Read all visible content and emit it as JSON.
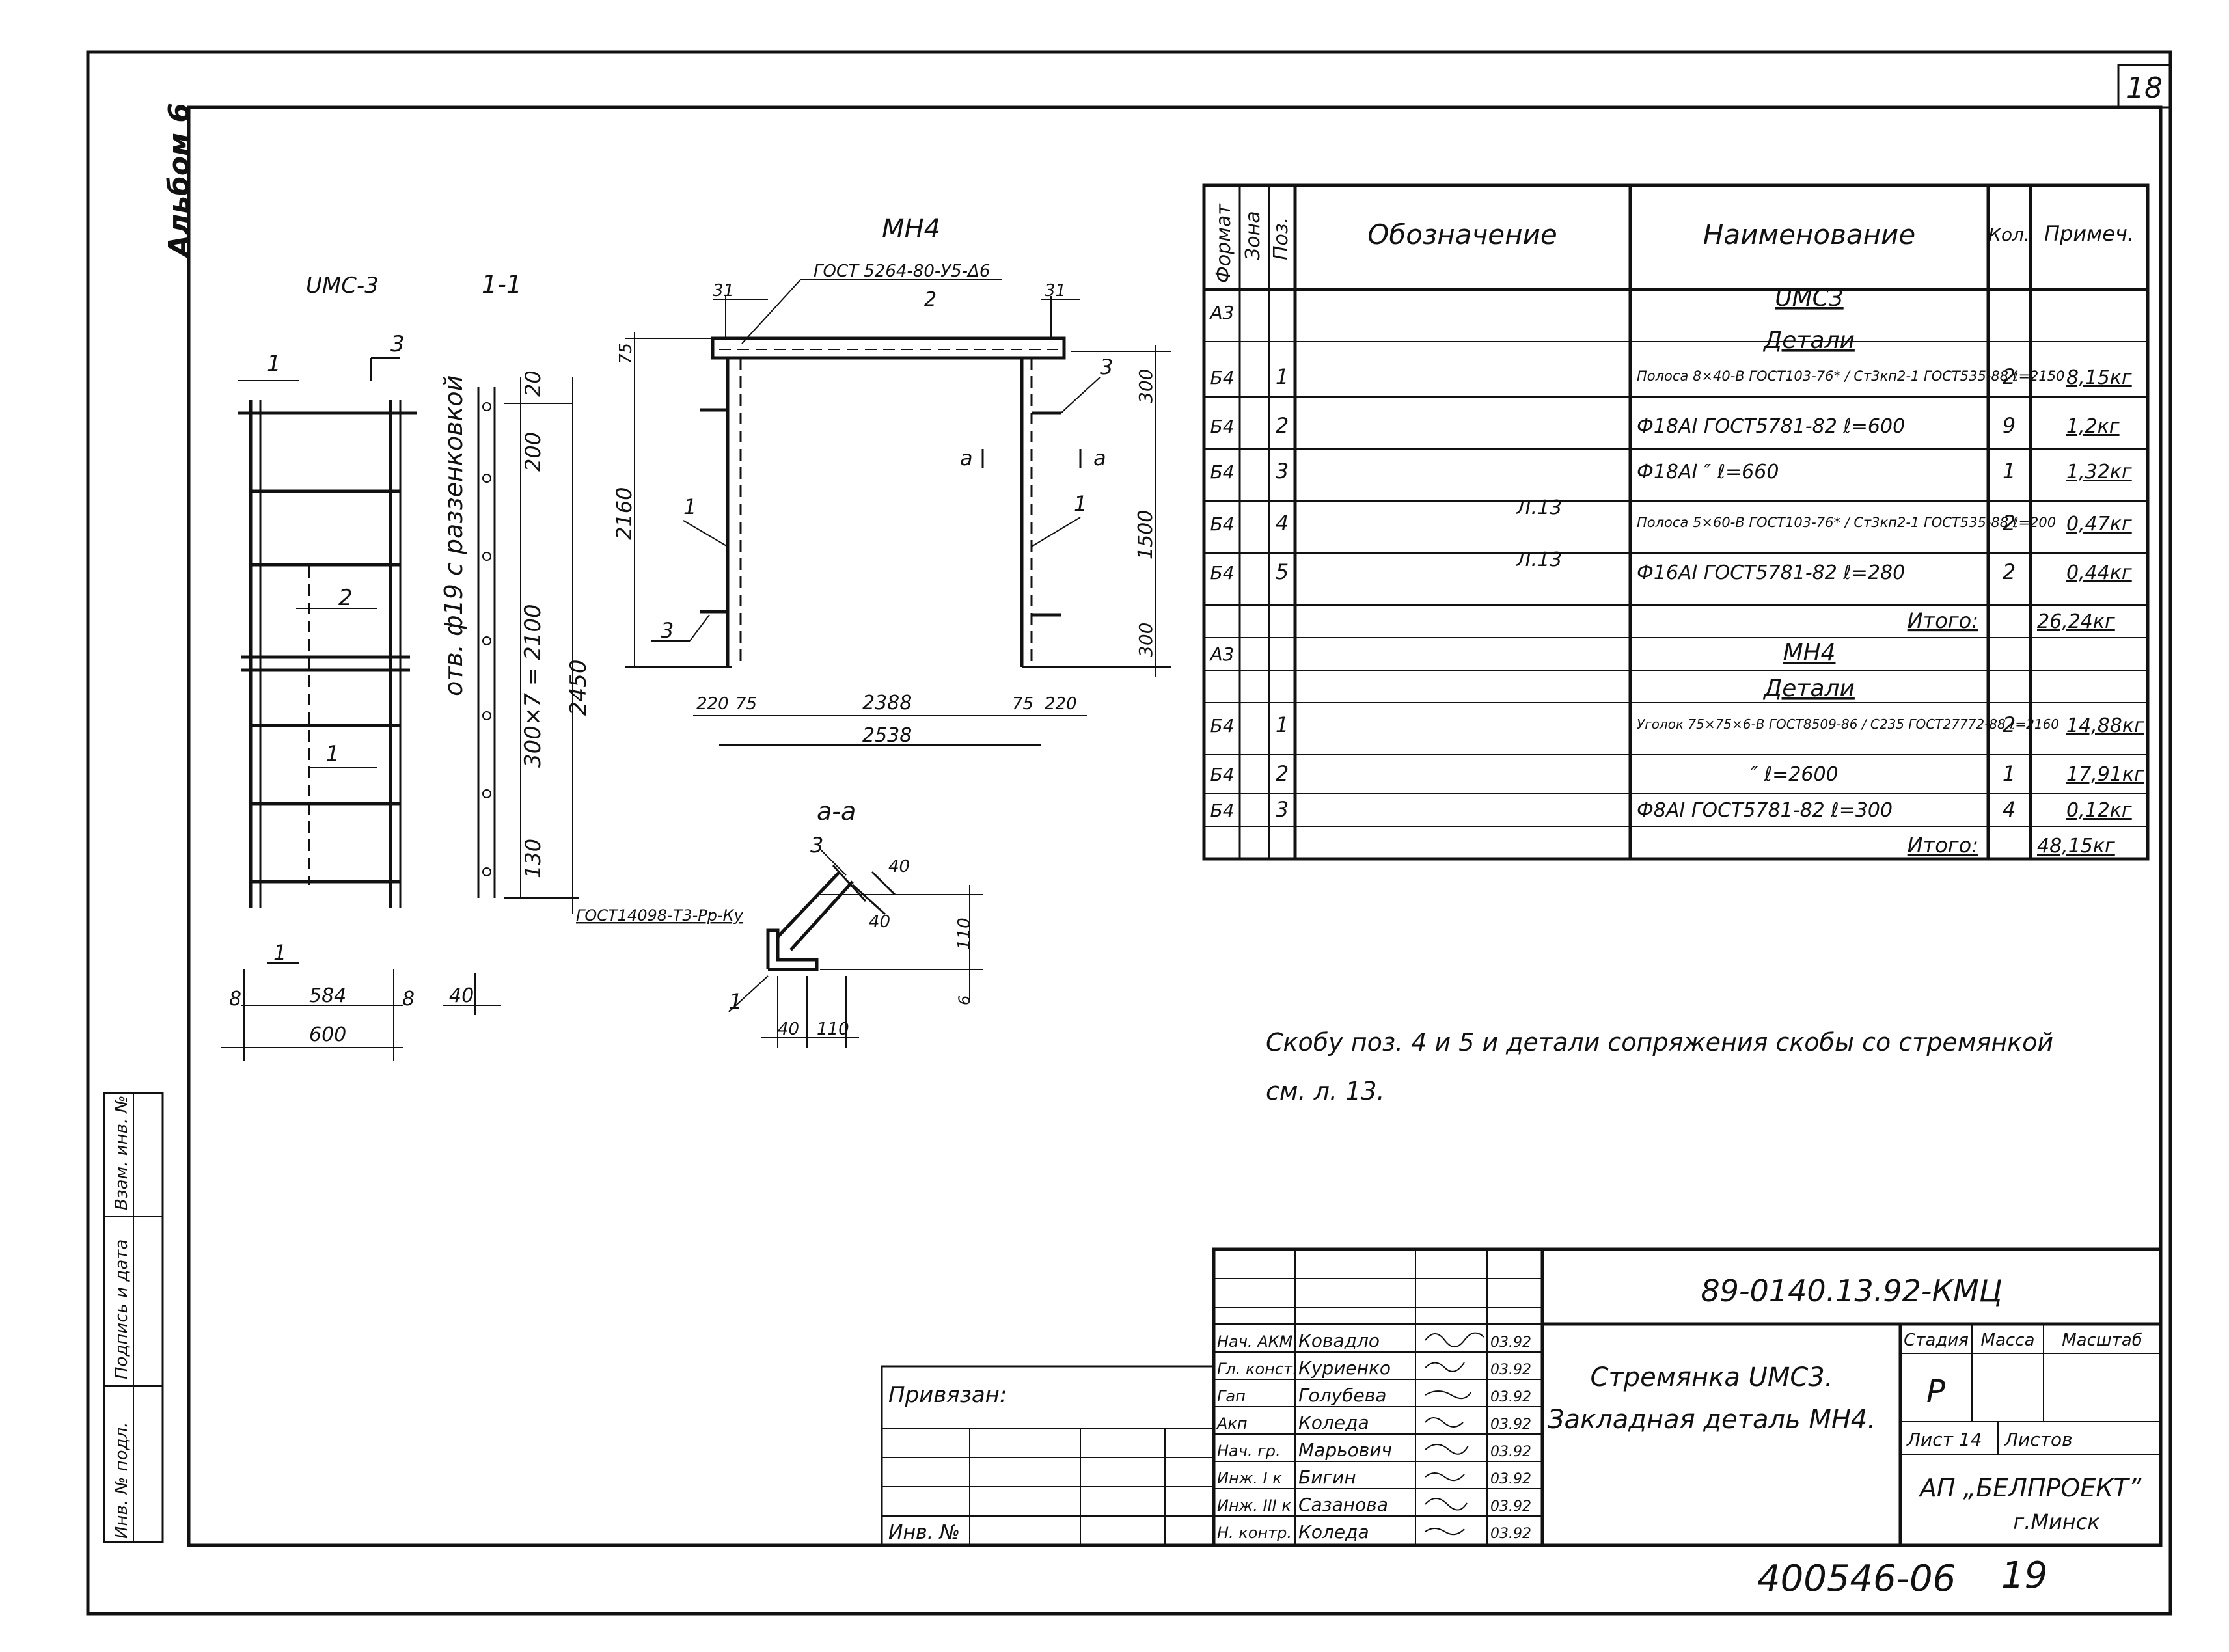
{
  "sheet_number": "18",
  "album_label": "Альбом 6",
  "drawing_titles": {
    "umc3": "UMC-3",
    "section_1_1": "1-1",
    "mn4": "MH4",
    "section_a_a": "a-a"
  },
  "ladder": {
    "pos_labels": [
      "1",
      "3",
      "2",
      "1",
      "1"
    ],
    "dim_hole_note": "отв. ф19 с раззенковкой",
    "dims_right": [
      "20",
      "200",
      "300×7 = 2100",
      "130",
      "2450"
    ],
    "dims_bottom": [
      "8",
      "584",
      "8",
      "600"
    ],
    "dim_side_bottom": "40",
    "arrow_label": "1",
    "weld_note": "ГОСТ14098-Т3-Рр-Ку"
  },
  "mn4": {
    "top_note": "ГОСТ 5264-80-У5-Δ6",
    "pos_labels": [
      "2",
      "1",
      "3",
      "3",
      "1"
    ],
    "dims": [
      "31",
      "31",
      "75",
      "2160",
      "300",
      "1500",
      "300",
      "220",
      "75",
      "2388",
      "75",
      "220",
      "2538"
    ],
    "section_marks": [
      "a",
      "a"
    ]
  },
  "section_aa": {
    "pos_labels": [
      "3",
      "1"
    ],
    "dims": [
      "40",
      "40",
      "110",
      "40",
      "110",
      "6"
    ]
  },
  "spec_table": {
    "headers": {
      "format": "Формат",
      "zone": "Зона",
      "pos": "Поз.",
      "designation": "Обозначение",
      "name": "Наименование",
      "qty": "Кол.",
      "note": "Примеч."
    },
    "rows": [
      {
        "format": "А3",
        "pos": "",
        "designation": "",
        "name": "UMC3",
        "qty": "",
        "note": "",
        "kind": "title"
      },
      {
        "format": "",
        "pos": "",
        "designation": "",
        "name": "Детали",
        "qty": "",
        "note": "",
        "kind": "title"
      },
      {
        "format": "Б4",
        "pos": "1",
        "designation": "",
        "name": "Полоса 8×40-В ГОСТ103-76* / Ст3кп2-1 ГОСТ535-88 ℓ=2150",
        "qty": "2",
        "note": "8,15кг",
        "kind": "item"
      },
      {
        "format": "Б4",
        "pos": "2",
        "designation": "",
        "name": "Ф18АI ГОСТ5781-82 ℓ=600",
        "qty": "9",
        "note": "1,2кг",
        "kind": "item"
      },
      {
        "format": "Б4",
        "pos": "3",
        "designation": "",
        "name": "Ф18АI ″ ℓ=660",
        "qty": "1",
        "note": "1,32кг",
        "kind": "item"
      },
      {
        "format": "Б4",
        "pos": "4",
        "designation": "Л.13",
        "name": "Полоса 5×60-В ГОСТ103-76* / Ст3кп2-1 ГОСТ535-88 ℓ=200",
        "qty": "2",
        "note": "0,47кг",
        "kind": "item"
      },
      {
        "format": "Б4",
        "pos": "5",
        "designation": "Л.13",
        "name": "Ф16АI ГОСТ5781-82 ℓ=280",
        "qty": "2",
        "note": "0,44кг",
        "kind": "item"
      },
      {
        "format": "",
        "pos": "",
        "designation": "",
        "name": "Итого:",
        "qty": "",
        "note": "26,24кг",
        "kind": "total"
      },
      {
        "format": "А3",
        "pos": "",
        "designation": "",
        "name": "МН4",
        "qty": "",
        "note": "",
        "kind": "title"
      },
      {
        "format": "",
        "pos": "",
        "designation": "",
        "name": "Детали",
        "qty": "",
        "note": "",
        "kind": "title"
      },
      {
        "format": "Б4",
        "pos": "1",
        "designation": "",
        "name": "Уголок 75×75×6-В ГОСТ8509-86 / С235 ГОСТ27772-88 ℓ=2160",
        "qty": "2",
        "note": "14,88кг",
        "kind": "item"
      },
      {
        "format": "Б4",
        "pos": "2",
        "designation": "",
        "name": "″ ℓ=2600",
        "qty": "1",
        "note": "17,91кг",
        "kind": "item"
      },
      {
        "format": "Б4",
        "pos": "3",
        "designation": "",
        "name": "Ф8АI ГОСТ5781-82 ℓ=300",
        "qty": "4",
        "note": "0,12кг",
        "kind": "item"
      },
      {
        "format": "",
        "pos": "",
        "designation": "",
        "name": "Итого:",
        "qty": "",
        "note": "48,15кг",
        "kind": "total"
      }
    ]
  },
  "note_text_line1": "Скобу поз. 4 и 5 и детали сопряжения скобы со стремянкой",
  "note_text_line2": "см. л. 13.",
  "side_stamp": [
    "Инв. № подл.",
    "Подпись и дата",
    "Взам. инв. №"
  ],
  "privyazan": {
    "label": "Привязан:",
    "inv_label": "Инв. №"
  },
  "title_block": {
    "doc_code": "89-0140.13.92-КМЦ",
    "title_line1": "Стремянка UMC3.",
    "title_line2": "Закладная деталь МН4.",
    "stage_label": "Стадия",
    "mass_label": "Масса",
    "scale_label": "Масштаб",
    "stage_value": "Р",
    "sheet_label": "Лист 14",
    "sheets_label": "Листов",
    "org_line1": "АП „БЕЛПРОЕКТ”",
    "org_line2": "г.Минск",
    "roles": [
      {
        "role": "Нач. АКМ",
        "name": "Ковадло",
        "date": "03.92"
      },
      {
        "role": "Гл. конст.",
        "name": "Куриенко",
        "date": "03.92"
      },
      {
        "role": "Гап",
        "name": "Голубева",
        "date": "03.92"
      },
      {
        "role": "Акп",
        "name": "Коледа",
        "date": "03.92"
      },
      {
        "role": "Нач. гр.",
        "name": "Марьович",
        "date": "03.92"
      },
      {
        "role": "Инж. I к",
        "name": "Бигин",
        "date": "03.92"
      },
      {
        "role": "Инж. III к",
        "name": "Сазанова",
        "date": "03.92"
      },
      {
        "role": "Н. контр.",
        "name": "Коледа",
        "date": "03.92"
      }
    ]
  },
  "bottom_code": "400546-06",
  "bottom_page": "19"
}
